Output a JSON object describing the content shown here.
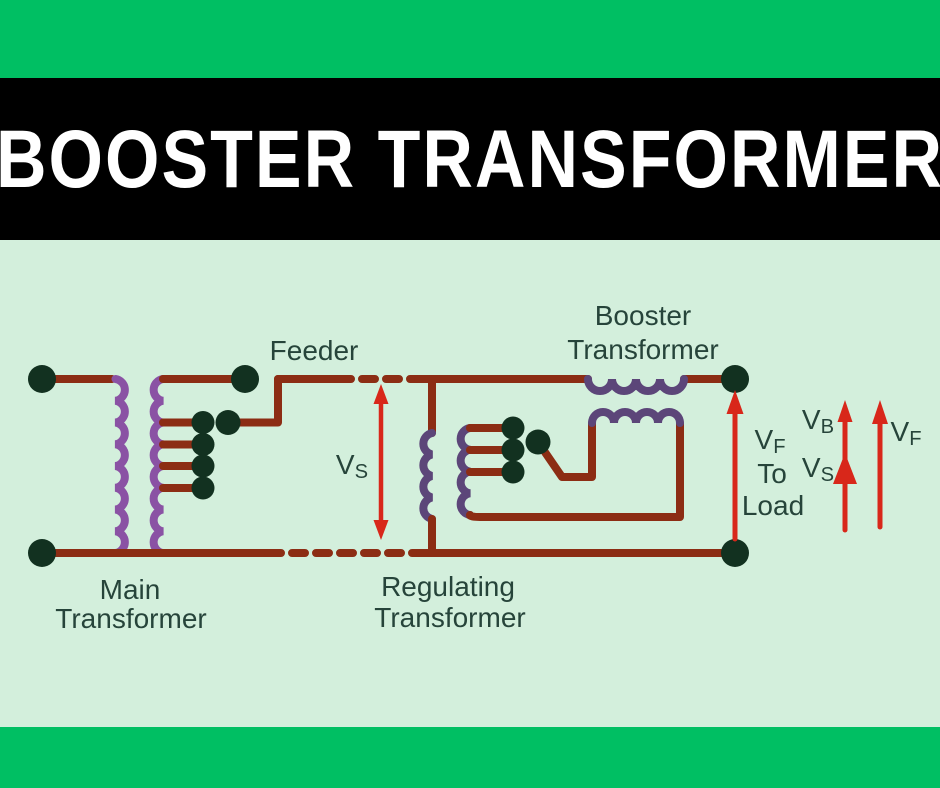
{
  "header": {
    "title": "BOOSTER TRANSFORMER"
  },
  "colors": {
    "banner_green": "#00bf63",
    "band_black": "#000000",
    "diagram_bg": "#d3efdc",
    "wire": "#8c2d14",
    "coil_main": "#8a52a4",
    "coil_reg": "#5c4679",
    "terminal": "#123120",
    "label_text": "#26443a",
    "arrow_red": "#d8271a",
    "title_text": "#ffffff"
  },
  "diagram": {
    "labels": {
      "feeder": "Feeder",
      "booster_line1": "Booster",
      "booster_line2": "Transformer",
      "main_line1": "Main",
      "main_line2": "Transformer",
      "regulating_line1": "Regulating",
      "regulating_line2": "Transformer",
      "vs_feeder": {
        "base": "V",
        "sub": "S"
      },
      "load": {
        "v_base": "V",
        "v_sub": "F",
        "line2": "To",
        "line3": "Load"
      },
      "vb_vector": {
        "base": "V",
        "sub": "B"
      },
      "vs_vector": {
        "base": "V",
        "sub": "S"
      },
      "vf_vector": {
        "base": "V",
        "sub": "F"
      }
    }
  }
}
